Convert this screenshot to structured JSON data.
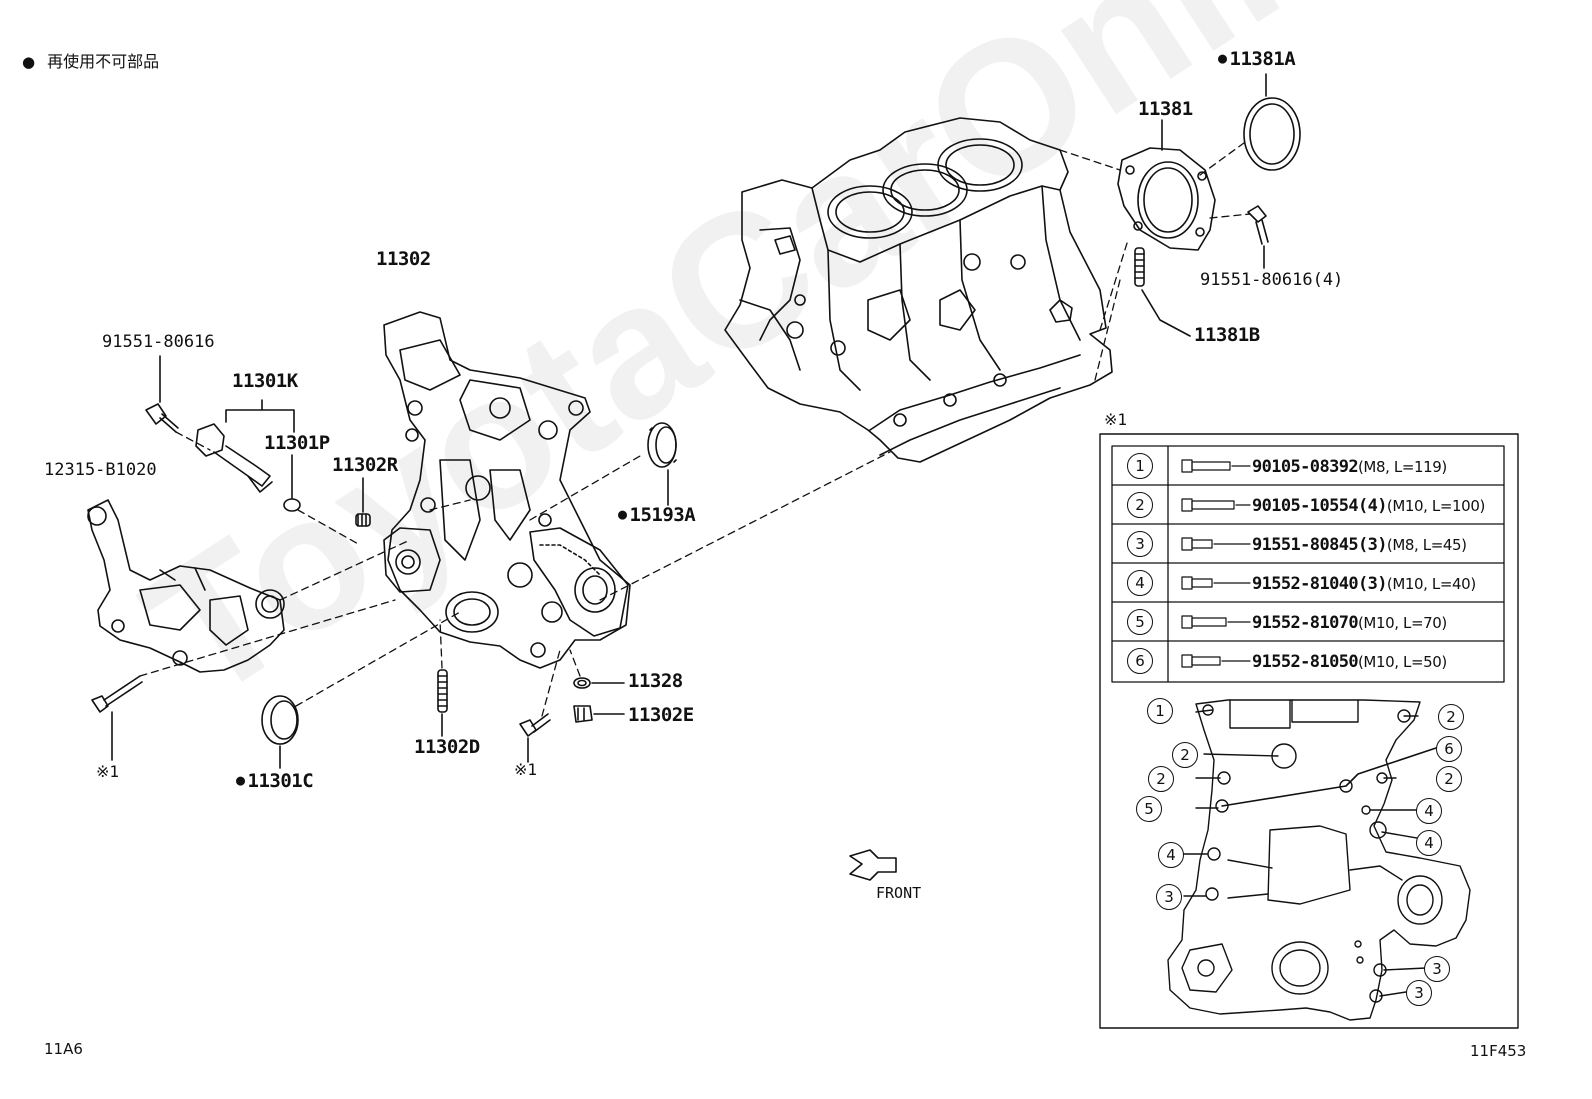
{
  "legend": {
    "dot": "●",
    "text": "再使用不可部品"
  },
  "corner": {
    "left": "11A6",
    "right": "11F453"
  },
  "watermark": "ToyotaCarOnline.ru",
  "labels": {
    "p11302": "11302",
    "p91551_80616": "91551-80616",
    "p11301K": "11301K",
    "p11301P": "11301P",
    "p12315": "12315-B1020",
    "p11302R": "11302R",
    "p15193A": "15193A",
    "p11328": "11328",
    "p11302E": "11302E",
    "p11302D": "11302D",
    "p11301C": "11301C",
    "ref1a": "※1",
    "ref1b": "※1",
    "ref1c": "※1",
    "p11381A": "11381A",
    "p11381": "11381",
    "p91551_80616_4": "91551-80616(4)",
    "p11381B": "11381B",
    "front": "FRONT"
  },
  "bolt_table": [
    {
      "no": "1",
      "part": "90105-08392",
      "qty": "",
      "spec": "(M8, L=119)"
    },
    {
      "no": "2",
      "part": "90105-10554",
      "qty": "(4)",
      "spec": "(M10, L=100)"
    },
    {
      "no": "3",
      "part": "91551-80845",
      "qty": "(3)",
      "spec": "(M8, L=45)"
    },
    {
      "no": "4",
      "part": "91552-81040",
      "qty": "(3)",
      "spec": "(M10, L=40)"
    },
    {
      "no": "5",
      "part": "91552-81070",
      "qty": "",
      "spec": "(M10, L=70)"
    },
    {
      "no": "6",
      "part": "91552-81050",
      "qty": "",
      "spec": "(M10, L=50)"
    }
  ],
  "callouts": [
    "1",
    "2",
    "2",
    "6",
    "2",
    "2",
    "5",
    "4",
    "4",
    "4",
    "3",
    "3",
    "3"
  ]
}
